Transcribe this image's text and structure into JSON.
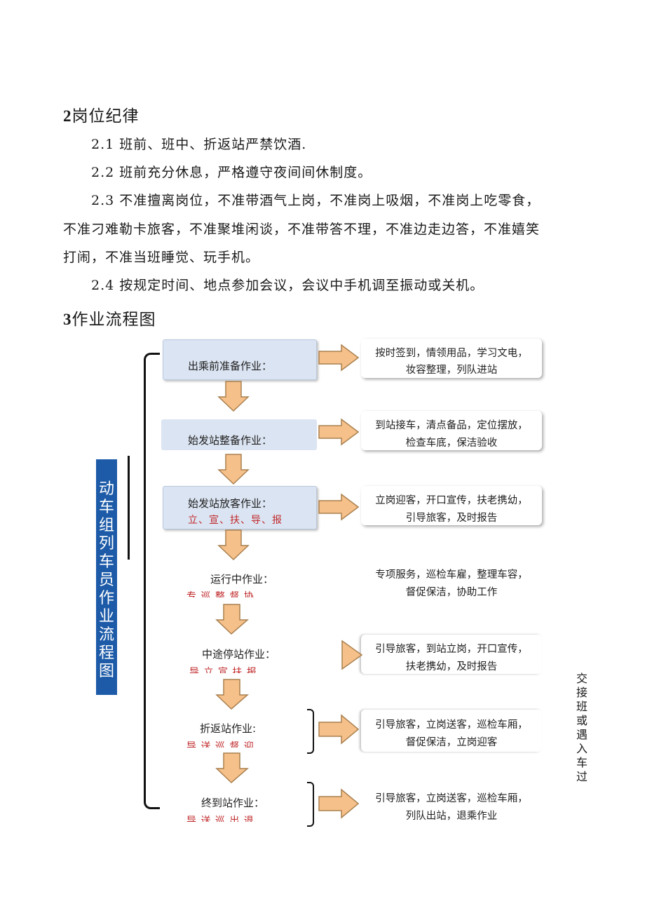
{
  "section2": {
    "num": "2",
    "title": "岗位纪律",
    "items": [
      "2.1 班前、班中、折返站严禁饮酒.",
      "2.2 班前充分休息，严格遵守夜间间休制度。",
      "2.3 不准擅离岗位，不准带酒气上岗，不准岗上吸烟，不准岗上吃零食，",
      "不准刁难勒卡旅客，不准聚堆闲谈，不准带答不理，不准边走边答，不准嬉笑",
      "打闹，不准当班睡觉、玩手机。",
      "2.4 按规定时间、地点参加会议，会议中手机调至振动或关机。"
    ]
  },
  "section3": {
    "num": "3",
    "title": "作业流程图"
  },
  "flow": {
    "side_label": [
      "动",
      "车",
      "组",
      "列",
      "车",
      "员",
      "作",
      "业",
      "流",
      "程",
      "图"
    ],
    "right_label": [
      "交",
      "接",
      "班",
      "或",
      "遇",
      "入",
      "车",
      "过"
    ],
    "steps": [
      {
        "title": "出乘前准备作业：",
        "sub": "",
        "desc1": "按时签到，情领用品，学习文电，",
        "desc2": "妆容整理，列队进站"
      },
      {
        "title": "始发站整备作业：",
        "sub": "",
        "desc1": "到站接车，清点备品，定位摆放，",
        "desc2": "检查车底，保洁验收"
      },
      {
        "title": "始发站放客作业：",
        "sub": "立、宣、扶、导、报",
        "desc1": "立岗迎客，开口宣传，扶老携幼，",
        "desc2": "引导旅客，及时报告"
      },
      {
        "title": "运行中作业：",
        "sub": "专 巡 整 督 协",
        "desc1": "专项服务，巡检车雇，整理车容，",
        "desc2": "督促保洁，协助工作"
      },
      {
        "title": "中途停站作业：",
        "sub": "导 立 宣 扶 报",
        "desc1": "引导旅客，到站立岗，开口宣传，",
        "desc2": "扶老携幼，及时报告"
      },
      {
        "title": "折返站作业:",
        "sub": "导 送 巡 督 迎",
        "desc1": "引导旅客，立岗送客，巡检车厢，",
        "desc2": "督促保洁，立岗迎客"
      },
      {
        "title": "终到站作业：",
        "sub": "导 送 巡 出 退",
        "desc1": "引导旅客，立岗送客，巡检车厢，",
        "desc2": "列队出站，退乘作业"
      }
    ]
  },
  "colors": {
    "box_fill": "#dbe4f2",
    "arrow_fill": "#f6c08a",
    "arrow_stroke": "#a9804f",
    "side_fill": "#1d5ba8",
    "accent_red": "#c0292b"
  }
}
